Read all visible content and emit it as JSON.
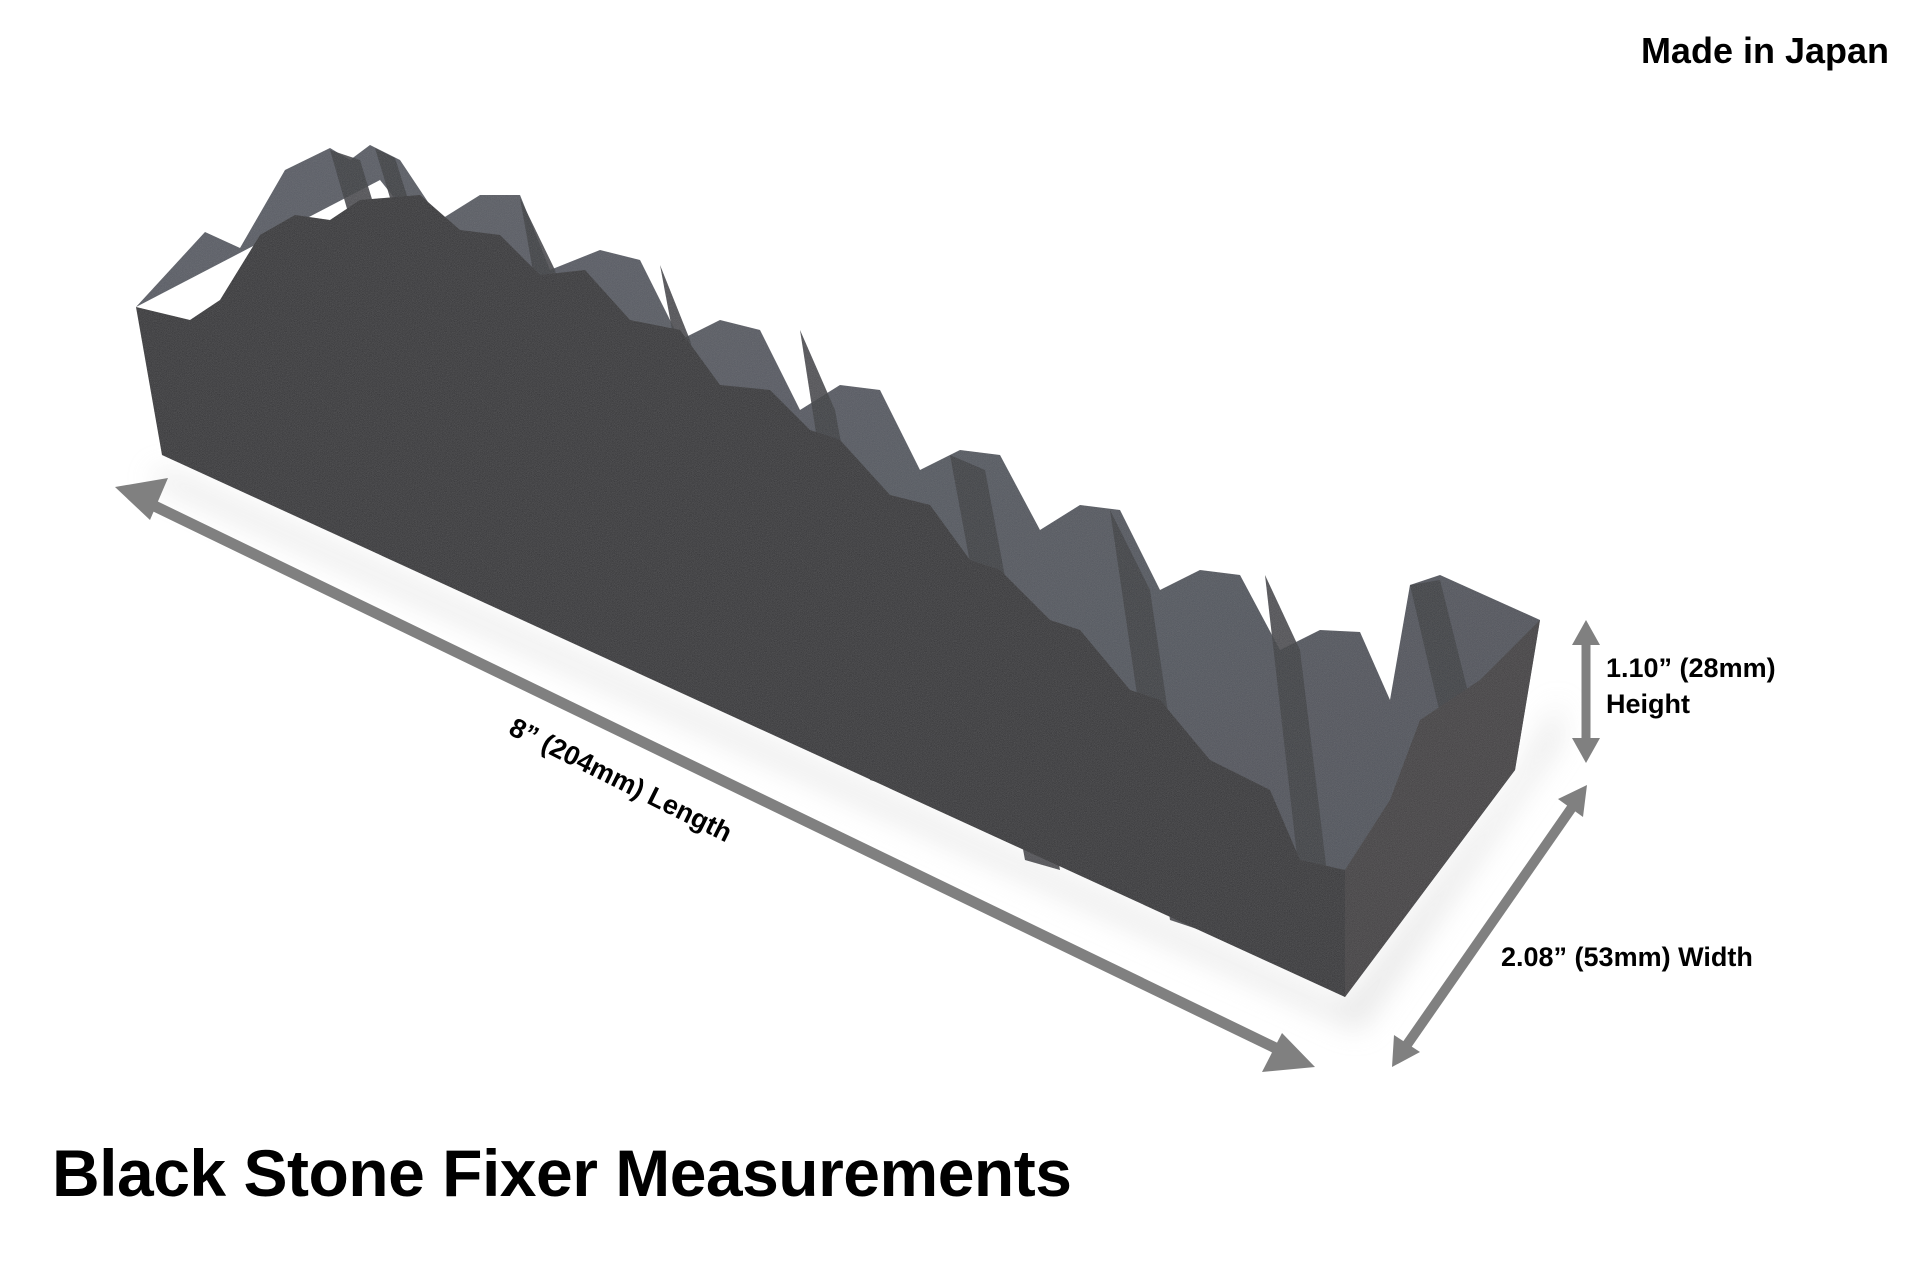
{
  "header": {
    "origin_badge": "Made in Japan"
  },
  "product": {
    "title": "Black Stone Fixer Measurements",
    "image": {
      "subject": "grooved black flattening stone (stone fixer)",
      "color_top": "#4a4d55",
      "color_side": "#2c2b2d"
    }
  },
  "measurements": {
    "length": {
      "label": "8” (204mm) Length",
      "inches": "8",
      "mm": "204"
    },
    "height": {
      "line1": "1.10” (28mm)",
      "line2": "Height",
      "inches": "1.10",
      "mm": "28"
    },
    "width": {
      "label": "2.08” (53mm) Width",
      "inches": "2.08",
      "mm": "53"
    }
  },
  "colors": {
    "arrow": "#808080",
    "text": "#000000",
    "background": "#ffffff"
  }
}
